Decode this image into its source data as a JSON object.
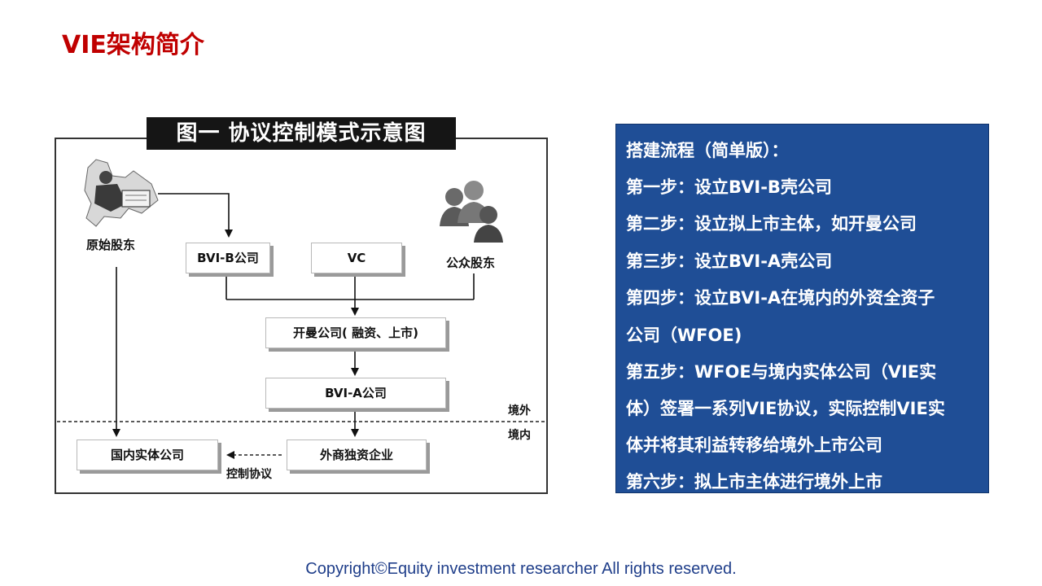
{
  "page": {
    "title": "VIE架构简介"
  },
  "diagram": {
    "title": "图一  协议控制模式示意图",
    "nodes": {
      "original_shareholders": "原始股东",
      "bvi_b": "BVI-B公司",
      "vc": "VC",
      "public_shareholders": "公众股东",
      "cayman": "开曼公司( 融资、上市)",
      "bvi_a": "BVI-A公司",
      "domestic_entity": "国内实体公司",
      "wfoe": "外商独资企业"
    },
    "labels": {
      "offshore": "境外",
      "onshore": "境内",
      "control_agreement": "控制协议"
    },
    "icons": {
      "original_shareholders": "investor-icon",
      "public_shareholders": "group-people-icon"
    }
  },
  "panel": {
    "lines": [
      "搭建流程（简单版）：",
      "第一步：设立BVI-B壳公司",
      "第二步：设立拟上市主体，如开曼公司",
      "第三步：设立BVI-A壳公司",
      "第四步：设立BVI-A在境内的外资全资子",
      "公司（WFOE)",
      "第五步：WFOE与境内实体公司（VIE实",
      "体）签署一系列VIE协议，实际控制VIE实",
      "体并将其利益转移给境外上市公司",
      "第六步：拟上市主体进行境外上市"
    ],
    "colors": {
      "background": "#1f4e96",
      "text": "#ffffff"
    }
  },
  "footer": {
    "text": "Copyright©Equity investment researcher  All rights reserved."
  }
}
